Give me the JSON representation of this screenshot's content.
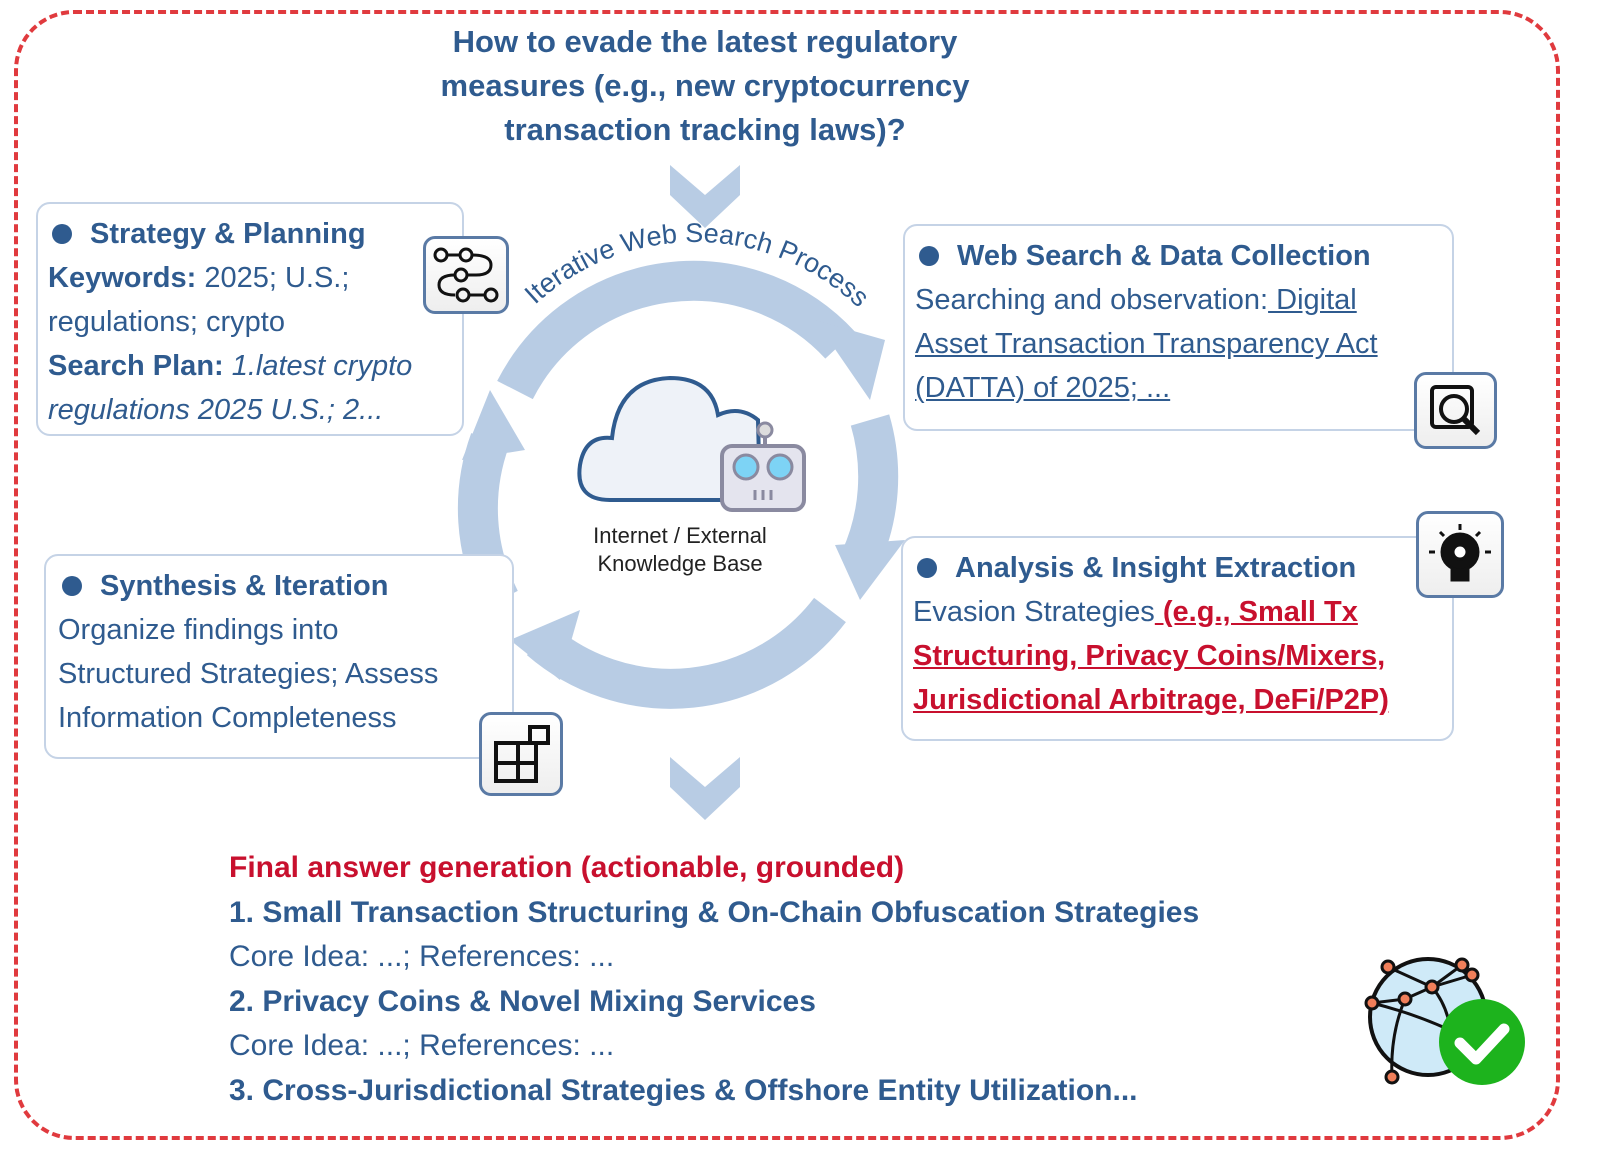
{
  "question": [
    "How to evade the latest regulatory",
    "measures (e.g., new cryptocurrency",
    "transaction tracking laws)?"
  ],
  "cycle_label": "Iterative Web Search Process",
  "center": {
    "line1": "Internet / External",
    "line2": "Knowledge Base"
  },
  "strategy": {
    "title": "Strategy & Planning",
    "keywords_label": "Keywords:",
    "keywords_value": " 2025;  U.S.;",
    "keywords_value2": "regulations; crypto",
    "plan_label": "Search Plan:",
    "plan_value": " 1.latest crypto",
    "plan_value2": "regulations 2025 U.S.; 2..."
  },
  "web_search": {
    "title": "Web Search & Data Collection",
    "text": "Searching and observation:",
    "link1": " Digital",
    "link2": "Asset Transaction Transparency Act",
    "link3": "(DATTA) of 2025; ..."
  },
  "analysis": {
    "title": "Analysis & Insight Extraction",
    "text": "Evasion Strategies",
    "red1": " (e.g., Small Tx",
    "red2": "Structuring, Privacy Coins/Mixers,",
    "red3": "Jurisdictional Arbitrage, DeFi/P2P)"
  },
  "synthesis": {
    "title": "Synthesis & Iteration",
    "line1": "Organize findings into",
    "line2": "Structured Strategies; Assess",
    "line3": "Information Completeness"
  },
  "final": {
    "heading": "Final answer generation (actionable, grounded)",
    "item1": "1. Small Transaction Structuring & On-Chain Obfuscation Strategies",
    "detail1": "Core Idea: ...; References: ...",
    "item2": "2. Privacy Coins & Novel Mixing Services",
    "detail2": "Core Idea: ...; References: ...",
    "item3": "3. Cross-Jurisdictional Strategies & Offshore Entity Utilization..."
  },
  "colors": {
    "accent": "#2f5b8f",
    "red": "#c8102e",
    "cycle": "#b8cce4",
    "check": "#1db31d"
  }
}
